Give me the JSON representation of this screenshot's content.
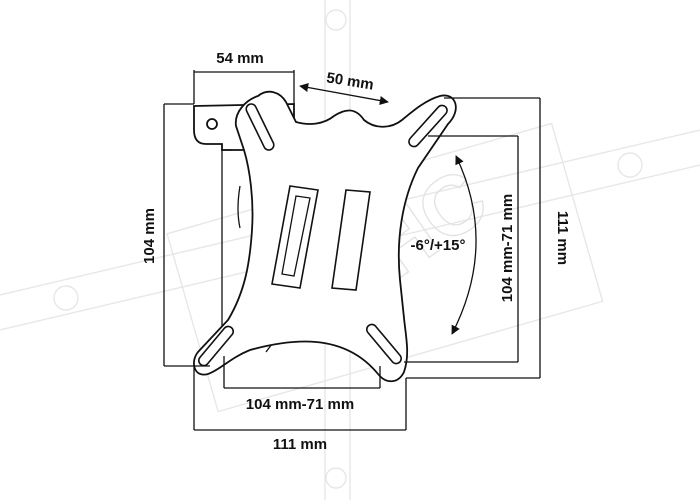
{
  "watermark": {
    "text": "КНС",
    "color": "#e2e2e2"
  },
  "dimensions": {
    "top_width": "54 mm",
    "top_offset": "50 mm",
    "left_height": "104 mm",
    "right_inner_height": "104 mm-71 mm",
    "right_outer_height": "111 mm",
    "bottom_inner_width": "104 mm-71 mm",
    "bottom_outer_width": "111 mm",
    "tilt_angle": "-6°/+15°"
  },
  "colors": {
    "ink": "#111111",
    "background": "#ffffff",
    "watermark": "#e2e2e2"
  }
}
